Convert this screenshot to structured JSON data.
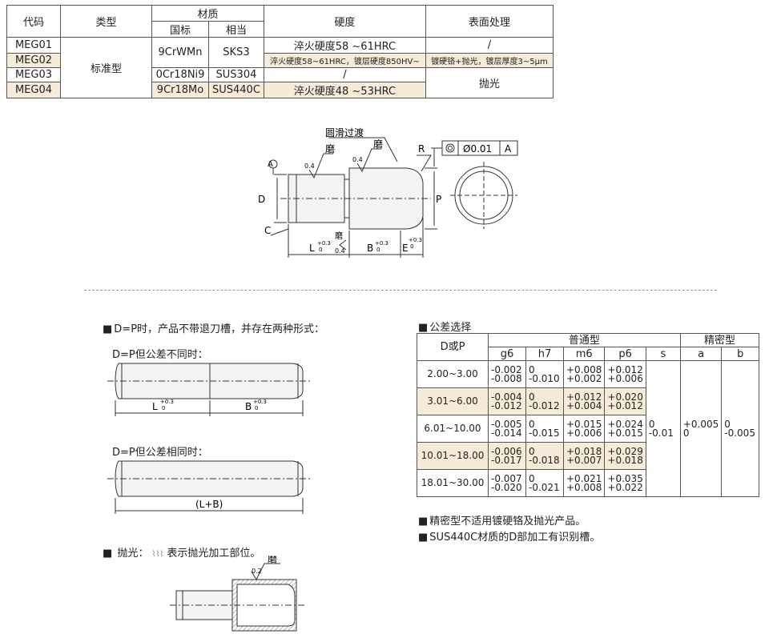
{
  "spec_table": {
    "headers": {
      "code": "代码",
      "type": "类型",
      "material": "材质",
      "hardness": "硬度",
      "surface": "表面处理"
    },
    "sub_headers": {
      "gb": "国标",
      "equiv": "相当"
    },
    "type_value": "标准型",
    "codes": [
      "MEG01",
      "MEG02",
      "MEG03",
      "MEG04"
    ],
    "materials": [
      {
        "gb": "9CrWMn",
        "equiv": "SKS3"
      },
      {
        "gb": "0Cr18Ni9",
        "equiv": "SUS304"
      },
      {
        "gb": "9Cr18Mo",
        "equiv": "SUS440C"
      }
    ],
    "hardness": [
      "淬火硬度58 ~61HRC",
      "淬火硬度58~61HRC，镀层硬度850HV~",
      "/",
      "淬火硬度48 ~53HRC"
    ],
    "surface": [
      "/",
      "镀硬铬+抛光，镀层厚度3~5μm",
      "抛光"
    ]
  },
  "drawing": {
    "fillet": "圆滑过渡",
    "grind": "磨",
    "roughness": "0.4",
    "r": "R",
    "tolerance_concentricity": "Ø0.01",
    "datum": "A",
    "d": "D",
    "p": "P",
    "c": "C",
    "l": "L",
    "b": "B",
    "e": "E",
    "plus": "+0.3",
    "zero": "0"
  },
  "left_section": {
    "note1": "D=P时，产品不带退刀槽，并存在两种形式：",
    "case1": "D=P但公差不同时：",
    "case2": "D=P但公差相同时：",
    "lb_label": "(L+B)",
    "polish_note": "抛光：",
    "polish_desc": "表示抛光加工部位。",
    "polish_roughness": "0.2",
    "polish_grind": "磨"
  },
  "tolerance": {
    "title": "公差选择",
    "col_d": "D或P",
    "group_normal": "普通型",
    "group_precise": "精密型",
    "cols": [
      "g6",
      "h7",
      "m6",
      "p6",
      "s",
      "a",
      "b"
    ],
    "rows": [
      {
        "range": "2.00~3.00",
        "g6": [
          "-0.002",
          "-0.008"
        ],
        "h7": [
          "0",
          "-0.010"
        ],
        "m6": [
          "+0.008",
          "+0.002"
        ],
        "p6": [
          "+0.012",
          "+0.006"
        ]
      },
      {
        "range": "3.01~6.00",
        "g6": [
          "-0.004",
          "-0.012"
        ],
        "h7": [
          "0",
          "-0.012"
        ],
        "m6": [
          "+0.012",
          "+0.004"
        ],
        "p6": [
          "+0.020",
          "+0.012"
        ]
      },
      {
        "range": "6.01~10.00",
        "g6": [
          "-0.005",
          "-0.014"
        ],
        "h7": [
          "0",
          "-0.015"
        ],
        "m6": [
          "+0.015",
          "+0.006"
        ],
        "p6": [
          "+0.024",
          "+0.015"
        ]
      },
      {
        "range": "10.01~18.00",
        "g6": [
          "-0.006",
          "-0.017"
        ],
        "h7": [
          "0",
          "-0.018"
        ],
        "m6": [
          "+0.018",
          "+0.007"
        ],
        "p6": [
          "+0.029",
          "+0.018"
        ]
      },
      {
        "range": "18.01~30.00",
        "g6": [
          "-0.007",
          "-0.020"
        ],
        "h7": [
          "0",
          "-0.021"
        ],
        "m6": [
          "+0.021",
          "+0.008"
        ],
        "p6": [
          "+0.035",
          "+0.022"
        ]
      }
    ],
    "s": [
      "0",
      "-0.01"
    ],
    "a": [
      "+0.005",
      "0"
    ],
    "b": [
      "0",
      "-0.005"
    ],
    "notes": [
      "精密型不适用镀硬铬及抛光产品。",
      "SUS440C材质的D部加工有识别槽。"
    ]
  }
}
